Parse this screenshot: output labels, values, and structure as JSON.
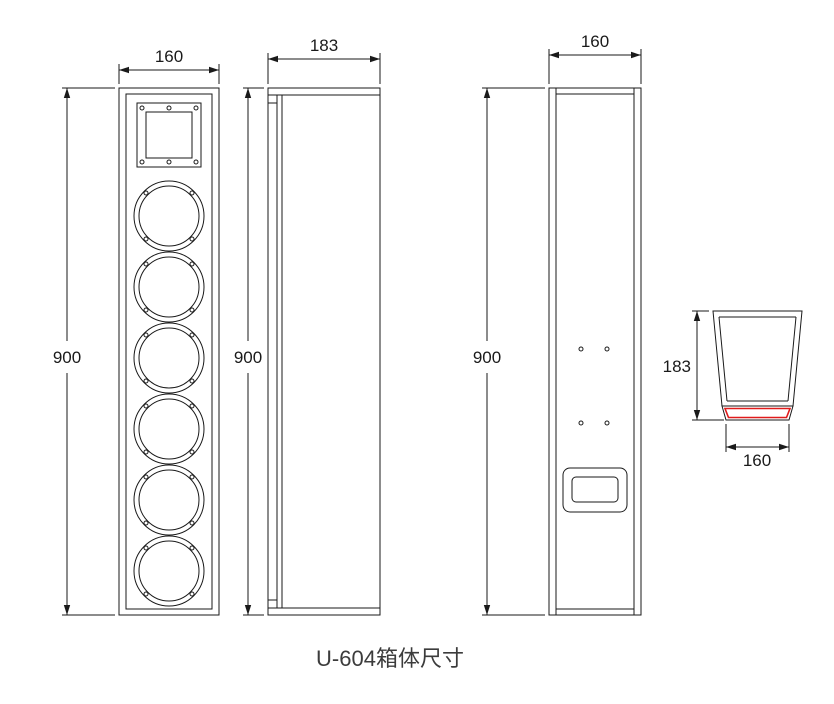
{
  "caption": "U-604箱体尺寸",
  "dimensions": {
    "front": {
      "width": "160",
      "height": "900"
    },
    "side": {
      "depth": "183",
      "height": "900"
    },
    "back": {
      "width": "160",
      "height": "900"
    },
    "top": {
      "depth": "183",
      "width": "160"
    }
  },
  "colors": {
    "line": "#1a1a1a",
    "red": "#e01b1b",
    "caption": "#3c3c3c",
    "bg": "#ffffff"
  }
}
